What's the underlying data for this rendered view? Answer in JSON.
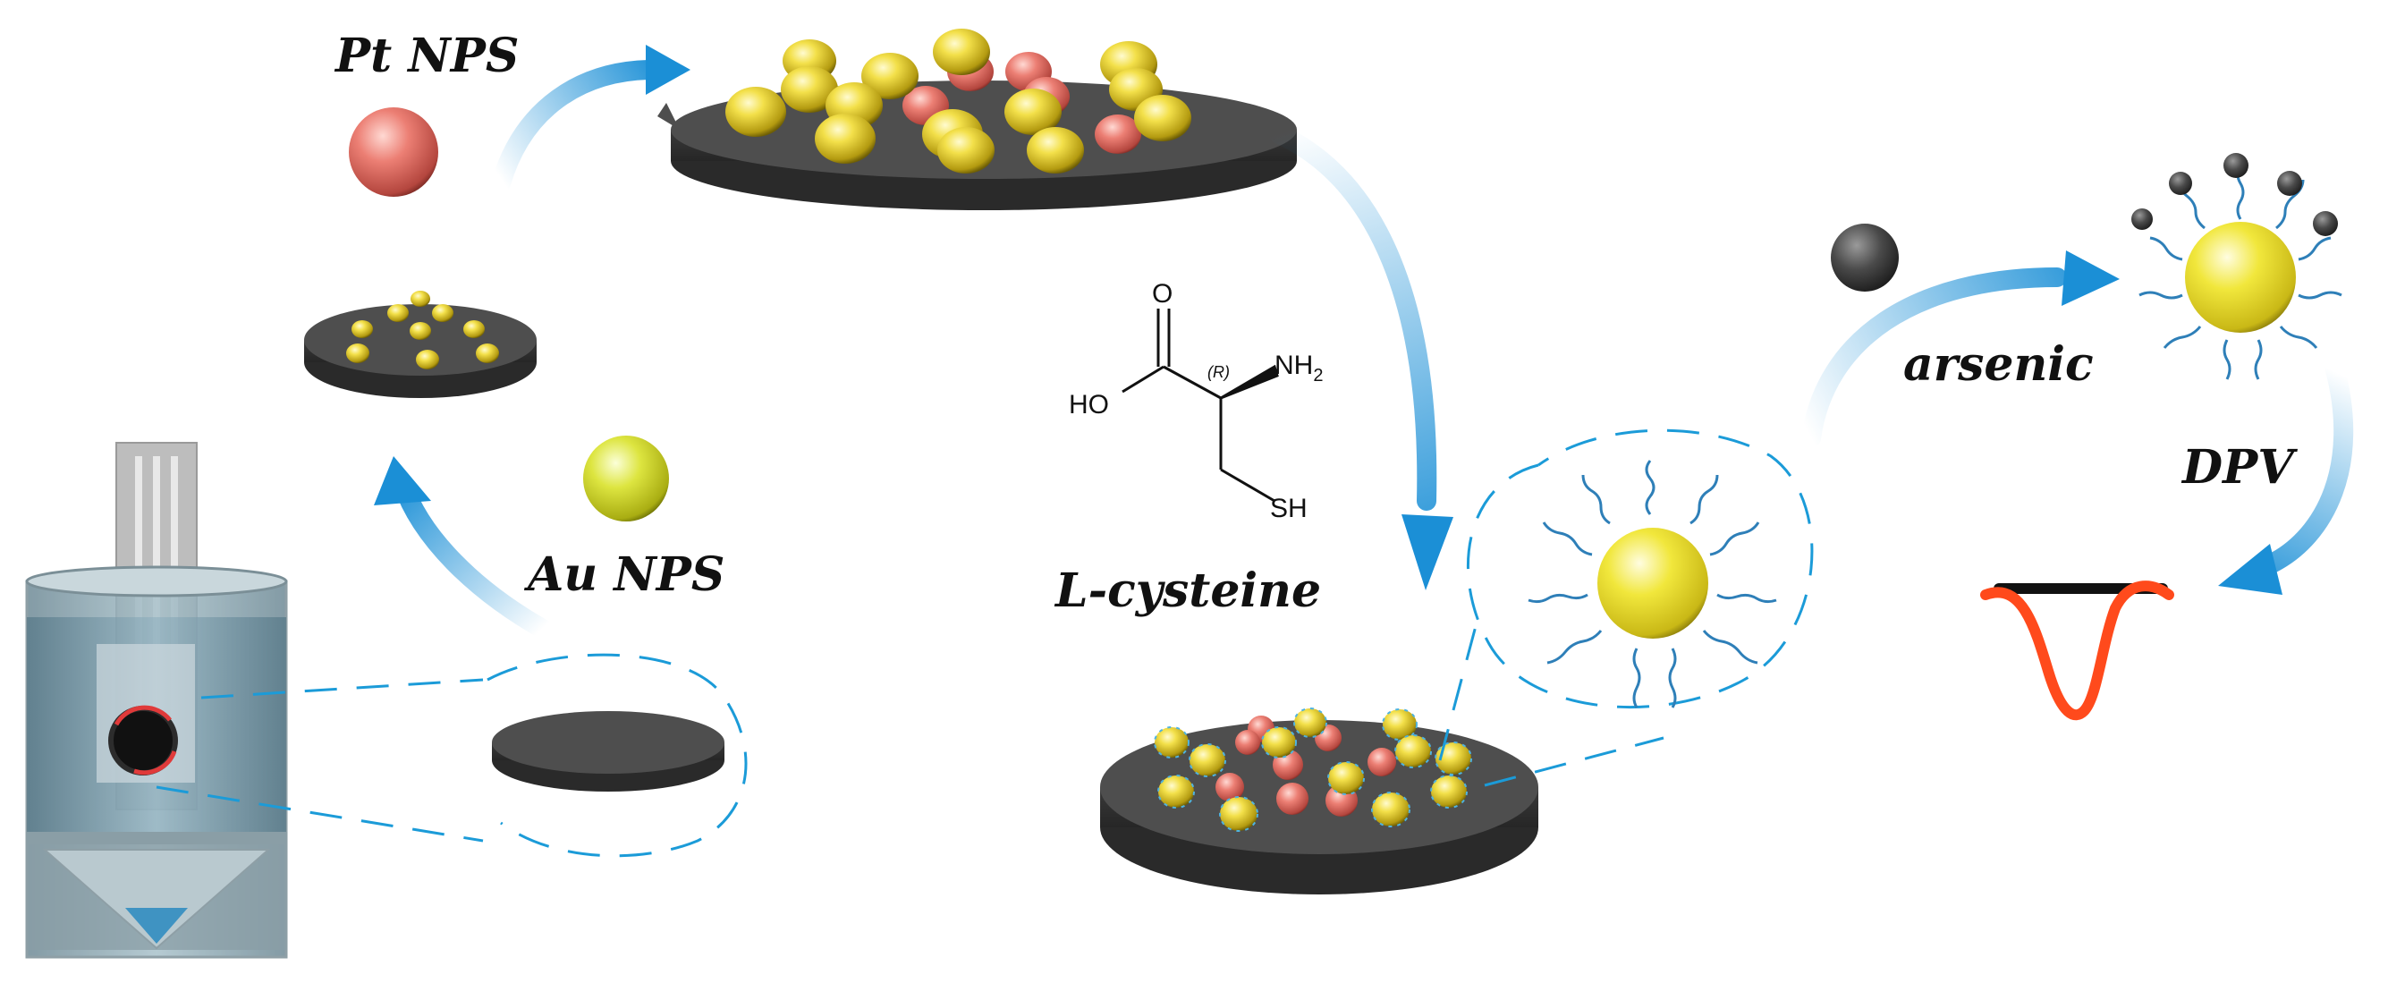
{
  "labels": {
    "pt_nps": "Pt NPS",
    "au_nps": "Au NPS",
    "l_cysteine": "L-cysteine",
    "arsenic": "arsenic",
    "dpv": "DPV"
  },
  "molecule": {
    "oxygen": "O",
    "hydroxyl": "HO",
    "amine": "NH",
    "amine_subscript": "2",
    "thiol": "SH",
    "stereo": "(R)"
  },
  "colors": {
    "gold": "#e8d43a",
    "platinum": "#d9706c",
    "electrode": "#4a4a4a",
    "arrow": "#1b8fd6",
    "ligand": "#2e7fb8",
    "dpv_peak": "#ff4a1c"
  }
}
